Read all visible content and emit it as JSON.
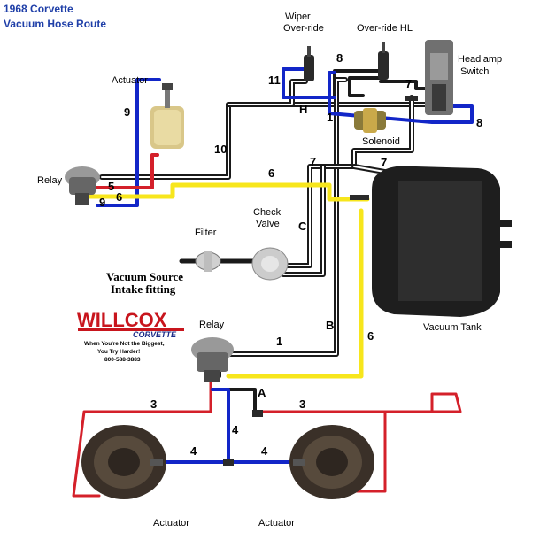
{
  "title": {
    "line1": "1968 Corvette",
    "line2": "Vacuum Hose Route"
  },
  "components": {
    "wiper_override": [
      "Wiper",
      "Over-ride"
    ],
    "override_hl": "Over-ride HL",
    "headlamp_switch": [
      "Headlamp",
      "Switch"
    ],
    "actuator_top": "Actuator",
    "relay_top": "Relay",
    "solenoid": "Solenoid",
    "check_valve": [
      "Check",
      "Valve"
    ],
    "filter": "Filter",
    "vacuum_source": [
      "Vacuum Source",
      "Intake fitting"
    ],
    "vacuum_tank": "Vacuum Tank",
    "relay_bottom": "Relay",
    "actuator_left": "Actuator",
    "actuator_right": "Actuator"
  },
  "hose_labels": {
    "h11": "11",
    "h8_top": "8",
    "h8_right": "8",
    "h7_top": "7",
    "h7_mid": "7",
    "h7_right": "7",
    "hH": "H",
    "h1_top": "1",
    "h9_top": "9",
    "h10": "10",
    "h5": "5",
    "h6_a": "6",
    "h9_b": "9",
    "h6_top": "6",
    "hC": "C",
    "hB": "B",
    "h1_mid": "1",
    "h6_low": "6",
    "hA": "A",
    "h3_left": "3",
    "h3_right": "3",
    "h4_up": "4",
    "h4_left": "4",
    "h4_right": "4"
  },
  "logo": {
    "name": "WILLCOX",
    "sub": "CORVETTE",
    "tagline1": "When You're Not the Biggest,",
    "tagline2": "You Try Harder!",
    "phone": "800-588-3883"
  },
  "colors": {
    "blue_hose": "#1226c8",
    "red_hose": "#d4202a",
    "yellow_hose": "#f7e61c",
    "black_hose": "#1a1a1a",
    "title_text": "#1f3fa8",
    "logo_red": "#c8151d"
  }
}
